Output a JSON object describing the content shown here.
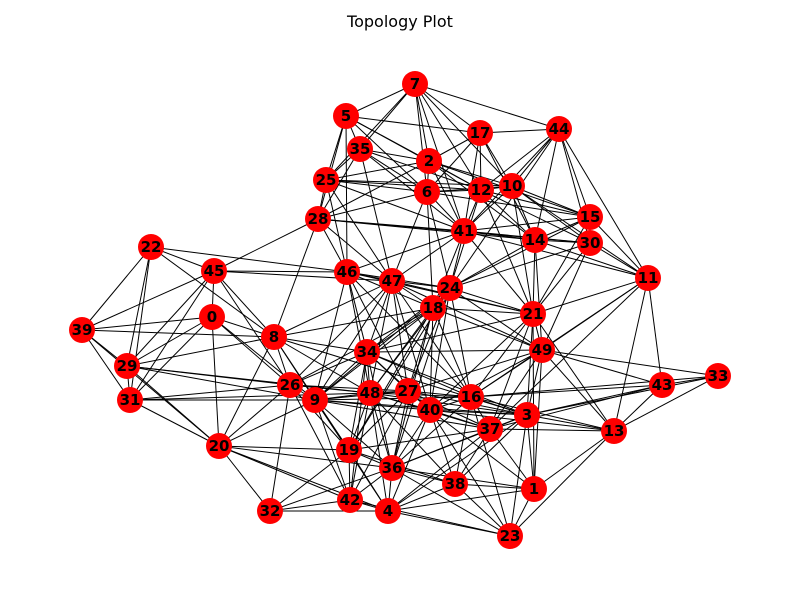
{
  "title": "Topology Plot",
  "colors": {
    "node": "#ff0000",
    "edge": "#000000",
    "label": "#000000",
    "background": "#ffffff"
  },
  "graph": {
    "nodes": [
      "0",
      "1",
      "2",
      "3",
      "4",
      "5",
      "6",
      "7",
      "8",
      "9",
      "10",
      "11",
      "12",
      "13",
      "14",
      "15",
      "16",
      "17",
      "18",
      "19",
      "20",
      "21",
      "22",
      "23",
      "24",
      "25",
      "26",
      "27",
      "28",
      "29",
      "30",
      "31",
      "32",
      "33",
      "34",
      "35",
      "36",
      "37",
      "38",
      "39",
      "40",
      "41",
      "42",
      "43",
      "44",
      "45",
      "46",
      "47",
      "48",
      "49"
    ],
    "edges": [
      [
        "7",
        "5"
      ],
      [
        "7",
        "35"
      ],
      [
        "7",
        "2"
      ],
      [
        "7",
        "17"
      ],
      [
        "7",
        "44"
      ],
      [
        "7",
        "12"
      ],
      [
        "7",
        "6"
      ],
      [
        "7",
        "25"
      ],
      [
        "7",
        "41"
      ],
      [
        "7",
        "10"
      ],
      [
        "5",
        "35"
      ],
      [
        "5",
        "25"
      ],
      [
        "5",
        "2"
      ],
      [
        "5",
        "6"
      ],
      [
        "5",
        "28"
      ],
      [
        "5",
        "46"
      ],
      [
        "5",
        "17"
      ],
      [
        "5",
        "12"
      ],
      [
        "35",
        "2"
      ],
      [
        "35",
        "25"
      ],
      [
        "35",
        "6"
      ],
      [
        "35",
        "47"
      ],
      [
        "35",
        "41"
      ],
      [
        "35",
        "12"
      ],
      [
        "35",
        "28"
      ],
      [
        "2",
        "17"
      ],
      [
        "2",
        "6"
      ],
      [
        "2",
        "12"
      ],
      [
        "2",
        "10"
      ],
      [
        "2",
        "41"
      ],
      [
        "2",
        "25"
      ],
      [
        "2",
        "28"
      ],
      [
        "2",
        "15"
      ],
      [
        "2",
        "14"
      ],
      [
        "17",
        "44"
      ],
      [
        "17",
        "12"
      ],
      [
        "17",
        "10"
      ],
      [
        "17",
        "41"
      ],
      [
        "17",
        "14"
      ],
      [
        "17",
        "6"
      ],
      [
        "44",
        "10"
      ],
      [
        "44",
        "15"
      ],
      [
        "44",
        "14"
      ],
      [
        "44",
        "30"
      ],
      [
        "44",
        "11"
      ],
      [
        "44",
        "41"
      ],
      [
        "44",
        "12"
      ],
      [
        "44",
        "24"
      ],
      [
        "25",
        "28"
      ],
      [
        "25",
        "6"
      ],
      [
        "25",
        "12"
      ],
      [
        "25",
        "46"
      ],
      [
        "25",
        "47"
      ],
      [
        "25",
        "41"
      ],
      [
        "25",
        "10"
      ],
      [
        "6",
        "12"
      ],
      [
        "6",
        "10"
      ],
      [
        "6",
        "41"
      ],
      [
        "6",
        "28"
      ],
      [
        "6",
        "24"
      ],
      [
        "6",
        "47"
      ],
      [
        "6",
        "18"
      ],
      [
        "6",
        "15"
      ],
      [
        "12",
        "10"
      ],
      [
        "12",
        "15"
      ],
      [
        "12",
        "14"
      ],
      [
        "12",
        "41"
      ],
      [
        "12",
        "24"
      ],
      [
        "12",
        "30"
      ],
      [
        "12",
        "21"
      ],
      [
        "10",
        "15"
      ],
      [
        "10",
        "14"
      ],
      [
        "10",
        "30"
      ],
      [
        "10",
        "41"
      ],
      [
        "10",
        "21"
      ],
      [
        "10",
        "11"
      ],
      [
        "28",
        "41"
      ],
      [
        "28",
        "46"
      ],
      [
        "28",
        "47"
      ],
      [
        "28",
        "45"
      ],
      [
        "28",
        "8"
      ],
      [
        "28",
        "14"
      ],
      [
        "28",
        "30"
      ],
      [
        "41",
        "14"
      ],
      [
        "41",
        "15"
      ],
      [
        "41",
        "30"
      ],
      [
        "41",
        "24"
      ],
      [
        "41",
        "46"
      ],
      [
        "41",
        "47"
      ],
      [
        "41",
        "18"
      ],
      [
        "41",
        "21"
      ],
      [
        "41",
        "11"
      ],
      [
        "15",
        "14"
      ],
      [
        "15",
        "30"
      ],
      [
        "15",
        "11"
      ],
      [
        "15",
        "21"
      ],
      [
        "15",
        "24"
      ],
      [
        "14",
        "30"
      ],
      [
        "14",
        "24"
      ],
      [
        "14",
        "21"
      ],
      [
        "14",
        "49"
      ],
      [
        "14",
        "11"
      ],
      [
        "30",
        "11"
      ],
      [
        "30",
        "24"
      ],
      [
        "30",
        "21"
      ],
      [
        "30",
        "49"
      ],
      [
        "22",
        "45"
      ],
      [
        "22",
        "46"
      ],
      [
        "22",
        "29"
      ],
      [
        "22",
        "31"
      ],
      [
        "22",
        "39"
      ],
      [
        "22",
        "8"
      ],
      [
        "45",
        "46"
      ],
      [
        "45",
        "47"
      ],
      [
        "45",
        "0"
      ],
      [
        "45",
        "29"
      ],
      [
        "45",
        "31"
      ],
      [
        "45",
        "8"
      ],
      [
        "45",
        "26"
      ],
      [
        "46",
        "47"
      ],
      [
        "46",
        "24"
      ],
      [
        "46",
        "18"
      ],
      [
        "46",
        "34"
      ],
      [
        "46",
        "48"
      ],
      [
        "46",
        "9"
      ],
      [
        "46",
        "21"
      ],
      [
        "46",
        "27"
      ],
      [
        "46",
        "16"
      ],
      [
        "47",
        "24"
      ],
      [
        "47",
        "18"
      ],
      [
        "47",
        "34"
      ],
      [
        "47",
        "48"
      ],
      [
        "47",
        "21"
      ],
      [
        "47",
        "9"
      ],
      [
        "47",
        "26"
      ],
      [
        "47",
        "27"
      ],
      [
        "47",
        "40"
      ],
      [
        "47",
        "49"
      ],
      [
        "47",
        "16"
      ],
      [
        "24",
        "18"
      ],
      [
        "24",
        "21"
      ],
      [
        "24",
        "34"
      ],
      [
        "24",
        "48"
      ],
      [
        "24",
        "27"
      ],
      [
        "24",
        "40"
      ],
      [
        "24",
        "16"
      ],
      [
        "24",
        "49"
      ],
      [
        "24",
        "9"
      ],
      [
        "24",
        "36"
      ],
      [
        "24",
        "19"
      ],
      [
        "11",
        "21"
      ],
      [
        "11",
        "49"
      ],
      [
        "11",
        "43"
      ],
      [
        "11",
        "13"
      ],
      [
        "11",
        "16"
      ],
      [
        "11",
        "37"
      ],
      [
        "0",
        "39"
      ],
      [
        "0",
        "29"
      ],
      [
        "0",
        "31"
      ],
      [
        "0",
        "8"
      ],
      [
        "0",
        "20"
      ],
      [
        "0",
        "26"
      ],
      [
        "0",
        "9"
      ],
      [
        "39",
        "29"
      ],
      [
        "39",
        "31"
      ],
      [
        "39",
        "20"
      ],
      [
        "39",
        "8"
      ],
      [
        "39",
        "45"
      ],
      [
        "18",
        "21"
      ],
      [
        "18",
        "34"
      ],
      [
        "18",
        "48"
      ],
      [
        "18",
        "27"
      ],
      [
        "18",
        "40"
      ],
      [
        "18",
        "16"
      ],
      [
        "18",
        "19"
      ],
      [
        "18",
        "36"
      ],
      [
        "18",
        "9"
      ],
      [
        "18",
        "26"
      ],
      [
        "18",
        "49"
      ],
      [
        "18",
        "8"
      ],
      [
        "21",
        "49"
      ],
      [
        "21",
        "16"
      ],
      [
        "21",
        "3"
      ],
      [
        "21",
        "37"
      ],
      [
        "21",
        "40"
      ],
      [
        "21",
        "34"
      ],
      [
        "21",
        "1"
      ],
      [
        "21",
        "13"
      ],
      [
        "8",
        "29"
      ],
      [
        "8",
        "26"
      ],
      [
        "8",
        "9"
      ],
      [
        "8",
        "34"
      ],
      [
        "8",
        "48"
      ],
      [
        "8",
        "20"
      ],
      [
        "8",
        "47"
      ],
      [
        "8",
        "19"
      ],
      [
        "8",
        "3"
      ],
      [
        "29",
        "31"
      ],
      [
        "29",
        "26"
      ],
      [
        "29",
        "20"
      ],
      [
        "29",
        "9"
      ],
      [
        "29",
        "48"
      ],
      [
        "34",
        "26"
      ],
      [
        "34",
        "9"
      ],
      [
        "34",
        "48"
      ],
      [
        "34",
        "27"
      ],
      [
        "34",
        "40"
      ],
      [
        "34",
        "16"
      ],
      [
        "34",
        "19"
      ],
      [
        "34",
        "36"
      ],
      [
        "34",
        "42"
      ],
      [
        "34",
        "3"
      ],
      [
        "34",
        "49"
      ],
      [
        "49",
        "16"
      ],
      [
        "49",
        "3"
      ],
      [
        "49",
        "37"
      ],
      [
        "49",
        "40"
      ],
      [
        "49",
        "43"
      ],
      [
        "49",
        "13"
      ],
      [
        "49",
        "1"
      ],
      [
        "49",
        "33"
      ],
      [
        "49",
        "27"
      ],
      [
        "33",
        "43"
      ],
      [
        "33",
        "13"
      ],
      [
        "33",
        "3"
      ],
      [
        "33",
        "16"
      ],
      [
        "31",
        "26"
      ],
      [
        "31",
        "9"
      ],
      [
        "31",
        "20"
      ],
      [
        "31",
        "48"
      ],
      [
        "26",
        "9"
      ],
      [
        "26",
        "48"
      ],
      [
        "26",
        "20"
      ],
      [
        "26",
        "32"
      ],
      [
        "26",
        "19"
      ],
      [
        "26",
        "42"
      ],
      [
        "26",
        "27"
      ],
      [
        "9",
        "48"
      ],
      [
        "9",
        "19"
      ],
      [
        "9",
        "36"
      ],
      [
        "9",
        "42"
      ],
      [
        "9",
        "4"
      ],
      [
        "9",
        "40"
      ],
      [
        "9",
        "16"
      ],
      [
        "9",
        "20"
      ],
      [
        "9",
        "3"
      ],
      [
        "9",
        "37"
      ],
      [
        "9",
        "27"
      ],
      [
        "48",
        "27"
      ],
      [
        "48",
        "40"
      ],
      [
        "48",
        "16"
      ],
      [
        "48",
        "19"
      ],
      [
        "48",
        "36"
      ],
      [
        "48",
        "42"
      ],
      [
        "48",
        "4"
      ],
      [
        "48",
        "3"
      ],
      [
        "48",
        "37"
      ],
      [
        "48",
        "38"
      ],
      [
        "27",
        "40"
      ],
      [
        "27",
        "16"
      ],
      [
        "27",
        "19"
      ],
      [
        "27",
        "36"
      ],
      [
        "27",
        "37"
      ],
      [
        "27",
        "3"
      ],
      [
        "27",
        "42"
      ],
      [
        "40",
        "16"
      ],
      [
        "40",
        "3"
      ],
      [
        "40",
        "37"
      ],
      [
        "40",
        "36"
      ],
      [
        "40",
        "38"
      ],
      [
        "40",
        "4"
      ],
      [
        "40",
        "1"
      ],
      [
        "40",
        "23"
      ],
      [
        "40",
        "13"
      ],
      [
        "16",
        "3"
      ],
      [
        "16",
        "37"
      ],
      [
        "16",
        "38"
      ],
      [
        "16",
        "43"
      ],
      [
        "16",
        "13"
      ],
      [
        "16",
        "36"
      ],
      [
        "16",
        "23"
      ],
      [
        "43",
        "3"
      ],
      [
        "43",
        "13"
      ],
      [
        "43",
        "37"
      ],
      [
        "3",
        "37"
      ],
      [
        "3",
        "13"
      ],
      [
        "3",
        "1"
      ],
      [
        "3",
        "38"
      ],
      [
        "3",
        "36"
      ],
      [
        "3",
        "4"
      ],
      [
        "3",
        "23"
      ],
      [
        "37",
        "13"
      ],
      [
        "37",
        "1"
      ],
      [
        "37",
        "38"
      ],
      [
        "37",
        "36"
      ],
      [
        "37",
        "4"
      ],
      [
        "37",
        "19"
      ],
      [
        "13",
        "1"
      ],
      [
        "13",
        "23"
      ],
      [
        "20",
        "32"
      ],
      [
        "20",
        "19"
      ],
      [
        "20",
        "42"
      ],
      [
        "20",
        "36"
      ],
      [
        "20",
        "4"
      ],
      [
        "19",
        "36"
      ],
      [
        "19",
        "42"
      ],
      [
        "19",
        "32"
      ],
      [
        "19",
        "4"
      ],
      [
        "19",
        "38"
      ],
      [
        "36",
        "42"
      ],
      [
        "36",
        "38"
      ],
      [
        "36",
        "4"
      ],
      [
        "36",
        "1"
      ],
      [
        "36",
        "23"
      ],
      [
        "38",
        "4"
      ],
      [
        "38",
        "1"
      ],
      [
        "38",
        "23"
      ],
      [
        "1",
        "23"
      ],
      [
        "1",
        "4"
      ],
      [
        "32",
        "42"
      ],
      [
        "32",
        "4"
      ],
      [
        "32",
        "36"
      ],
      [
        "42",
        "4"
      ],
      [
        "42",
        "23"
      ],
      [
        "4",
        "23"
      ]
    ]
  }
}
